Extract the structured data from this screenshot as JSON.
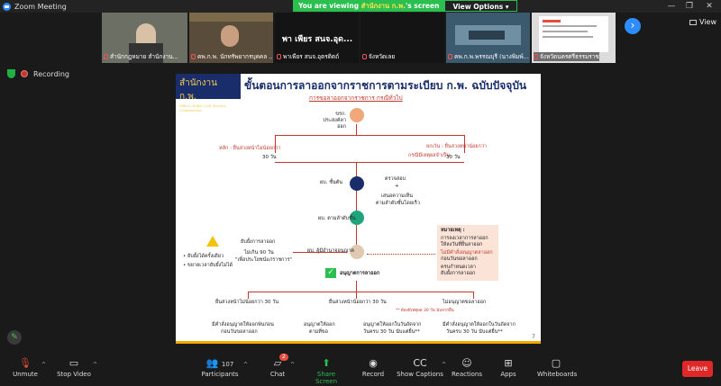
{
  "window": {
    "title": "Zoom Meeting"
  },
  "banner": {
    "prefix": "You are viewing ",
    "host": "สำนักงาน ก.พ.",
    "suffix": "'s screen",
    "options_label": "View Options"
  },
  "participants_strip": [
    {
      "name": "สำนักกฎหมาย สำนักงาน...",
      "bg": "#6b6f64"
    },
    {
      "name": "คพ.ก.พ. นักทรัพยากรบุคคล ...",
      "bg": "#5a4c3a"
    },
    {
      "name": "พาเพียร สนจ.อุตรดิตถ์",
      "bg": "#141414",
      "center_text": "พา เพียร สนจ.อุด..."
    },
    {
      "name": "จังหวัดเลย",
      "bg": "#141414"
    },
    {
      "name": "คพ.ก.พ.พรรณบุรี (นางพิมพ์...",
      "bg": "#3b5a6e"
    },
    {
      "name": "จังหวัดนครศรีธรรมราช",
      "bg": "#dcdcdc"
    }
  ],
  "view_label": "View",
  "status": {
    "recording": "Recording"
  },
  "slide": {
    "logo_main": "สำนักงาน ก.พ.",
    "logo_sub": "Office of the Civil Service Commission",
    "title": "ขั้นตอนการลาออกจากราชการตามระเบียบ ก.พ. ฉบับปัจจุบัน",
    "subtitle": "การขอลาออกจากราชการ กรณีทั่วไป",
    "top_actor": "ขรก. ประสงค์ลาออก",
    "left_branch": "หลัก : ยื่นล่วงหน้าไม่น้อยกว่า",
    "left_days": "30 วัน",
    "right_branch": "ยกเว้น : ยื่นล่วงหน้าน้อยกว่า",
    "right_case": "กรณีมีเหตุผลจำเป็น",
    "right_days": "30 วัน",
    "actor2": "ผบ. ชั้นต้น",
    "check": "ตรวจสอบ",
    "plus": "+",
    "opinion": "เสนอความเห็น",
    "chain": "ตามลำดับชั้นโดยเร็ว",
    "actor3": "ผบ. ตามลำดับชั้น",
    "actor4": "ผบ. ผู้มีอำนาจอนุญาต",
    "delay_title": "ยับยั้งการลาออก",
    "delay_days": "ไม่เกิน 90 วัน",
    "delay_reason": "\"เพื่อประโยชน์แก่ราชการ\"",
    "bullet1": "ยับยั้งได้ครั้งเดียว",
    "bullet2": "ขยายเวลายับยั้งไม่ได้",
    "note_title": "หมายเหตุ :",
    "note_lines": [
      "การลงเวลาการลาออก",
      "ให้ลงวันที่ยื่นลาออก",
      "ไม่มีคำสั่งอนุญาตลาออก",
      "ก่อนวันขอลาออก",
      "ครบกำหนดเวลา",
      "ยับยั้งการลาออก"
    ],
    "approve": "อนุญาตการลาออก",
    "col1_head": "ยื่นล่วงหน้าไม่น้อยกว่า 30 วัน",
    "col2_head": "ยื่นล่วงหน้าน้อยกว่า 30 วัน",
    "col2_note": "** ต้องมีเหตุผล 30 วัน นับจากยื่น",
    "col3_head": "ไม่อนุญาตขอลาออก",
    "col1_foot1": "มีคำสั่งอนุญาตให้ออกพ้นก่อน",
    "col1_foot2": "ก่อนวันขอลาออก",
    "col2a_foot1": "อนุญาตให้ออก",
    "col2a_foot2": "ตามที่ขอ",
    "col2b_foot1": "อนุญาตให้ออกในวันถัดจาก",
    "col2b_foot2": "วันครบ 30 วัน นับแต่ยื่น**",
    "col3_foot1": "มีคำสั่งอนุญาตให้ออกในวันถัดจาก",
    "col3_foot2": "วันครบ 30 วัน นับแต่ยื่น**",
    "page": "7"
  },
  "toolbar": {
    "unmute": "Unmute",
    "stop_video": "Stop Video",
    "participants": "Participants",
    "participants_count": "107",
    "chat": "Chat",
    "chat_badge": "2",
    "share": "Share Screen",
    "record": "Record",
    "captions": "Show Captions",
    "reactions": "Reactions",
    "apps": "Apps",
    "whiteboards": "Whiteboards",
    "leave": "Leave"
  },
  "colors": {
    "accent": "#2d8cff",
    "share_green": "#2bbf4f",
    "leave_red": "#e02828"
  }
}
